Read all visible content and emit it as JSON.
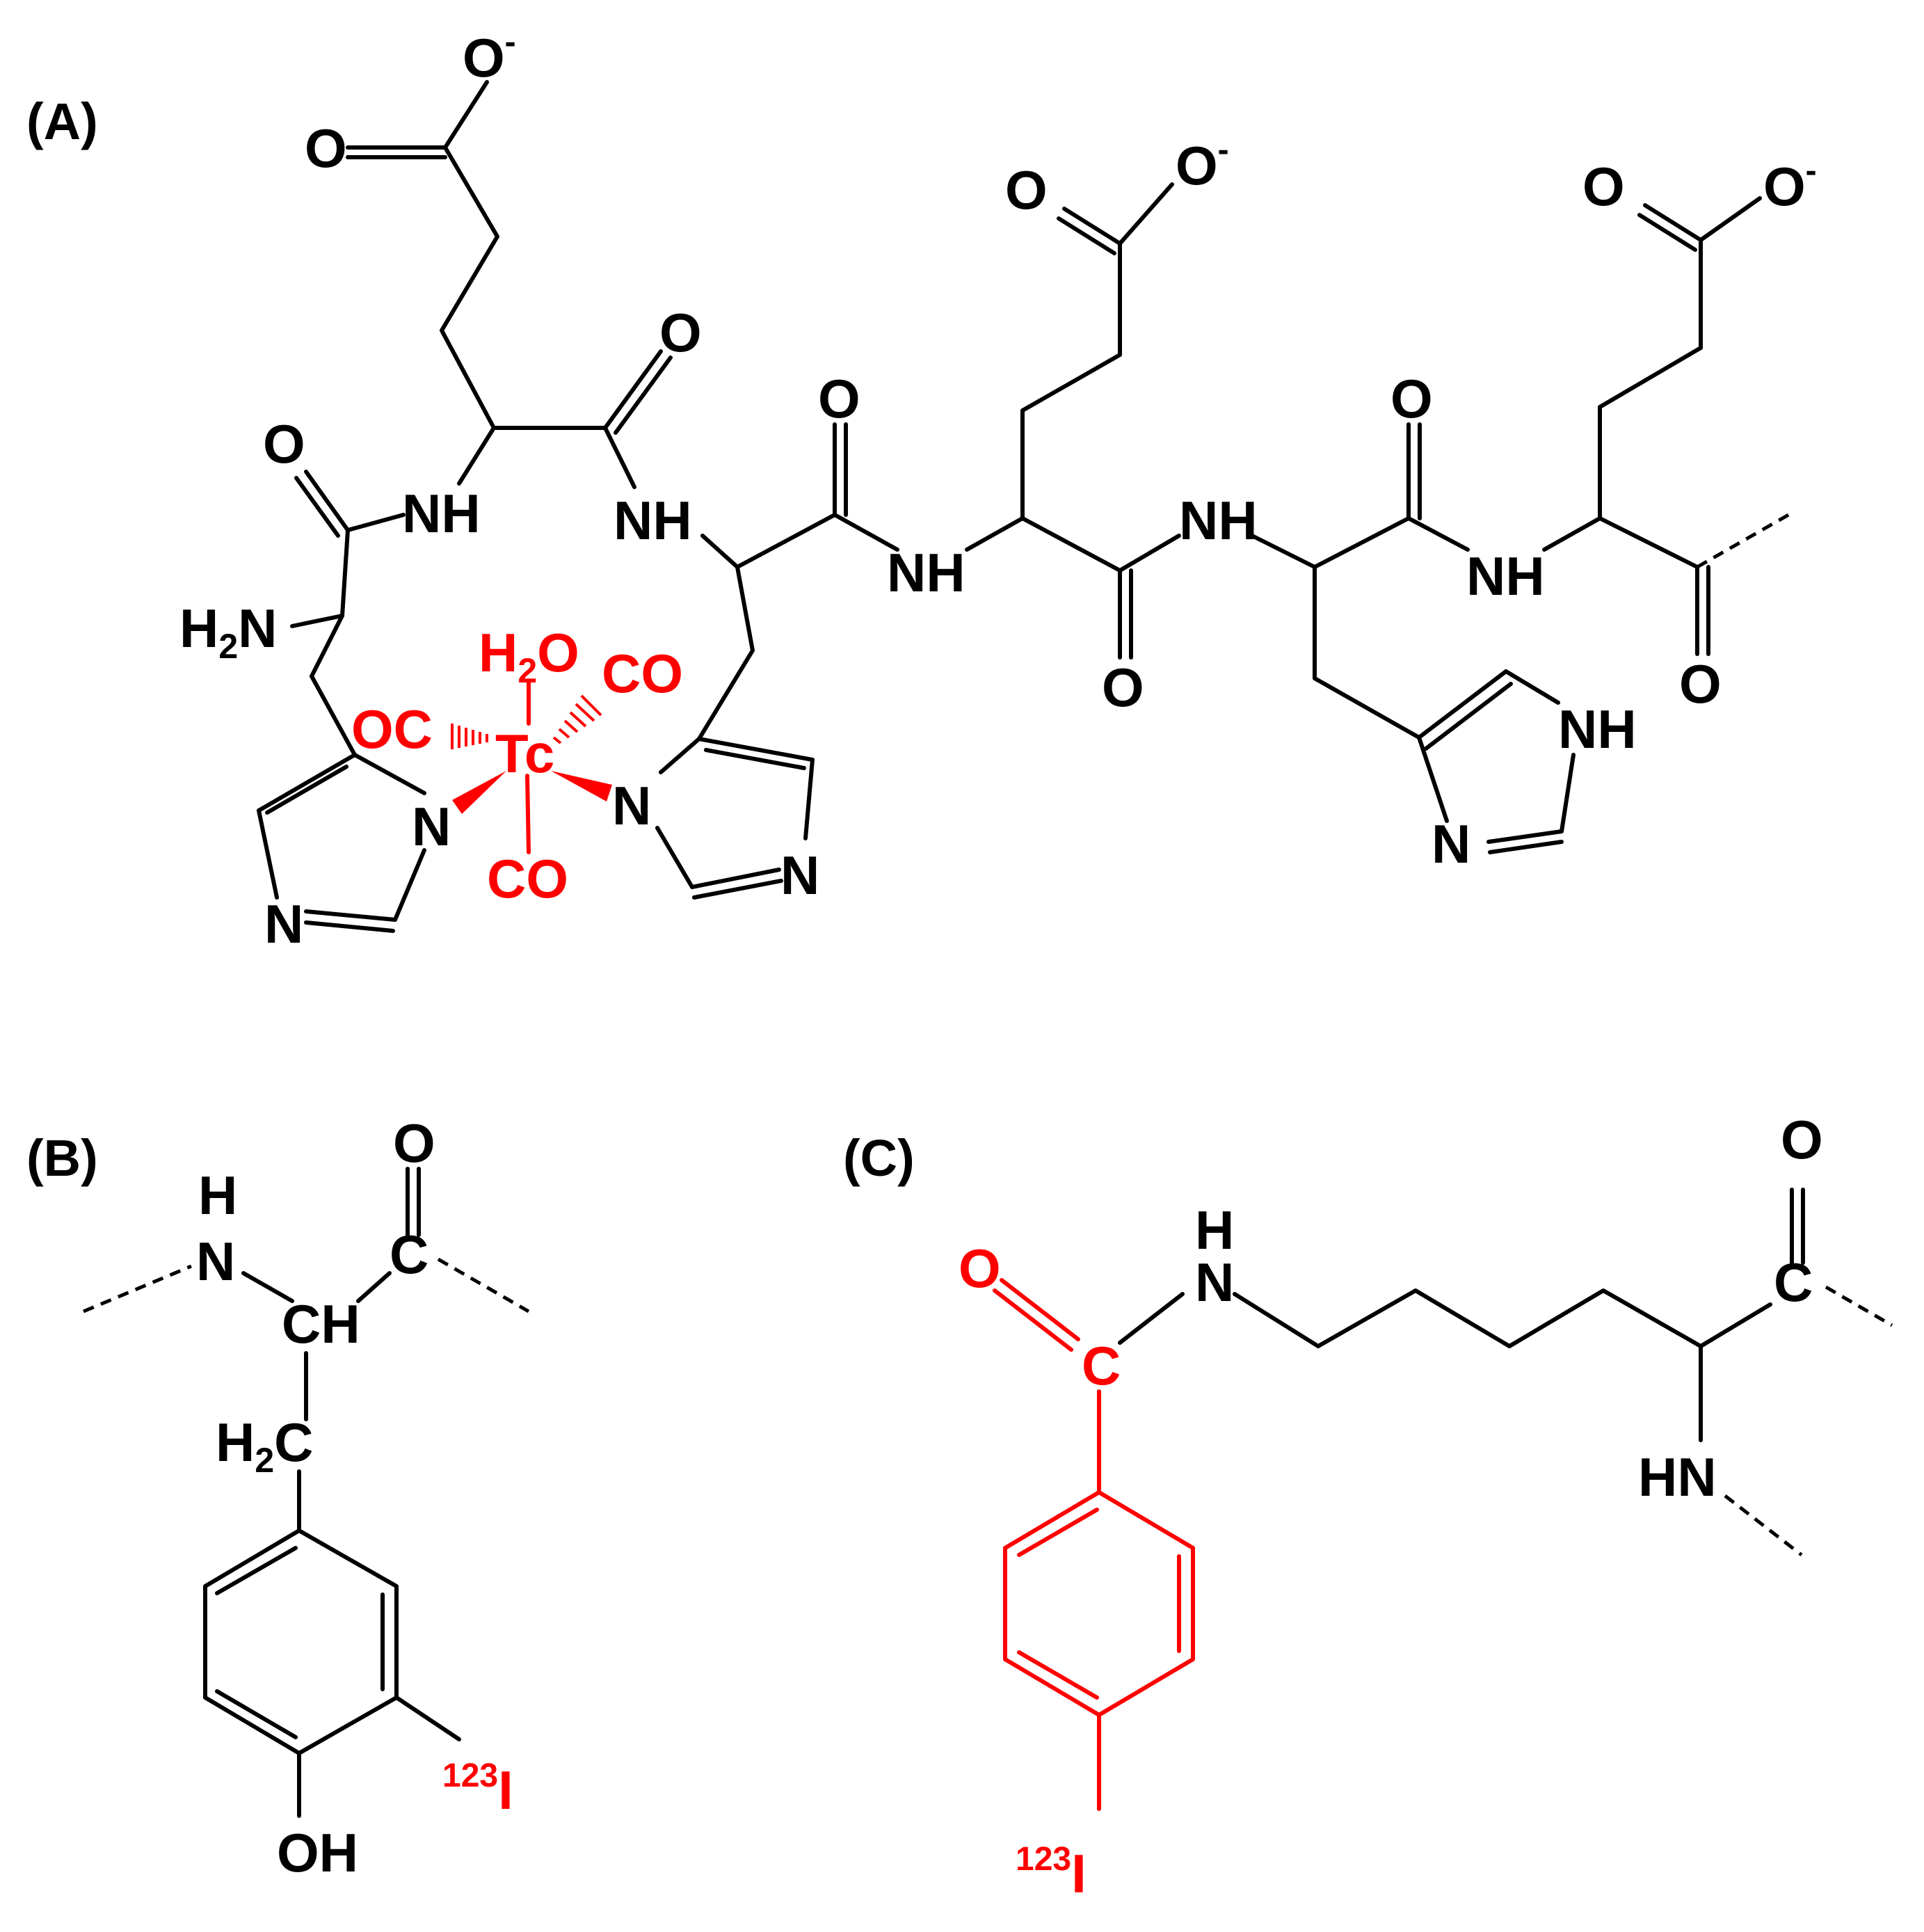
{
  "panels": {
    "a": {
      "label": "(A)"
    },
    "b": {
      "label": "(B)"
    },
    "c": {
      "label": "(C)"
    }
  },
  "colors": {
    "structure": "#000000",
    "highlight": "#ff0000"
  },
  "atoms": {
    "o": "O",
    "n": "N",
    "nh": "NH",
    "hn": "HN",
    "h": "H",
    "c": "C",
    "ch": "CH",
    "oh": "OH",
    "h2n_h": "H",
    "h2n_sub": "2",
    "h2n_n": "N",
    "ch2_h": "H",
    "ch2_sub": "2",
    "ch2_c": "C",
    "ominus_o": "O",
    "ominus_sup": "-",
    "tc": "Tc",
    "co": "CO",
    "oc": "OC",
    "h2o_h": "H",
    "h2o_sub": "2",
    "h2o_o": "O",
    "iodine_mass": "123",
    "iodine": "I"
  }
}
